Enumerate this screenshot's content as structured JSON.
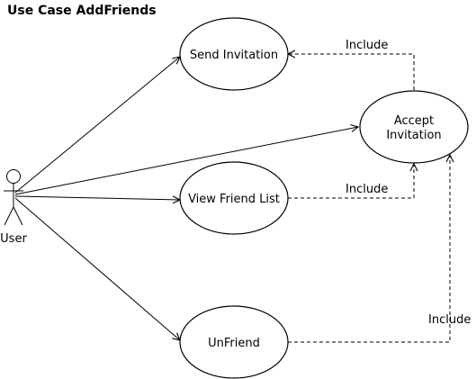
{
  "diagram": {
    "title": "Use Case AddFriends",
    "actor": {
      "label": "User",
      "icon": "stick-figure-icon"
    },
    "use_cases": {
      "send_invitation": "Send Invitation",
      "accept_line1": "Accept",
      "accept_line2": "Invitation",
      "view_friend_list": "View Friend List",
      "unfriend": "UnFriend"
    },
    "relations": {
      "include_send": "Include",
      "include_view": "Include",
      "include_unfriend": "Include"
    },
    "colors": {
      "stroke": "#000000",
      "fill": "#ffffff"
    }
  }
}
